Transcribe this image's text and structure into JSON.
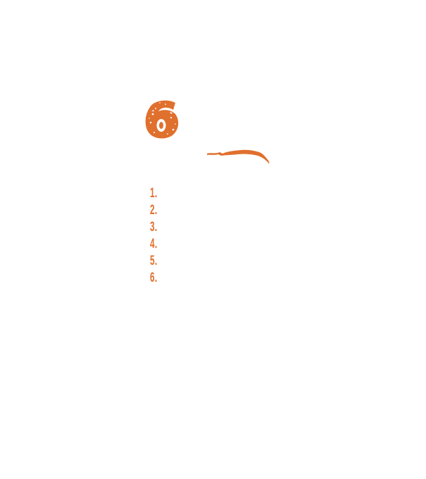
{
  "accent_color": "#e0702e",
  "badge": {
    "icon": "number-six-badge-icon"
  },
  "divider": {
    "icon": "swash-divider-icon"
  },
  "list": {
    "items": [
      {
        "number": "1.",
        "text": ""
      },
      {
        "number": "2.",
        "text": ""
      },
      {
        "number": "3.",
        "text": ""
      },
      {
        "number": "4.",
        "text": ""
      },
      {
        "number": "5.",
        "text": ""
      },
      {
        "number": "6.",
        "text": ""
      }
    ]
  }
}
